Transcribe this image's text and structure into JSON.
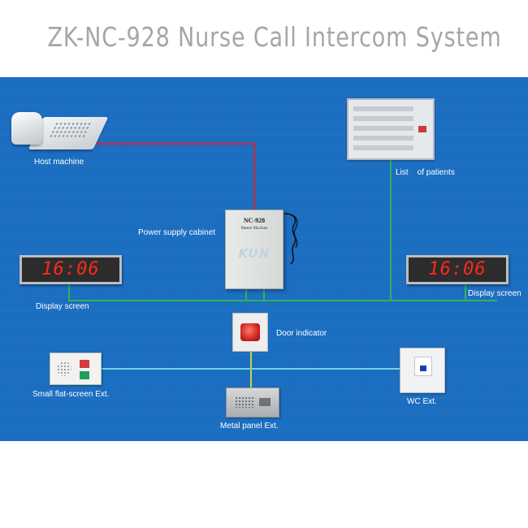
{
  "title": "ZK-NC-928  Nurse Call Intercom System",
  "cabinet": {
    "model": "NC-928",
    "subtitle": "Master Machine",
    "logo": "KUN"
  },
  "labels": {
    "host_machine": "Host machine",
    "list_of_patients": "List    of patients",
    "power_supply_cabinet": "Power supply cabinet",
    "display_screen_left": "Display screen",
    "display_screen_right": "Display screen",
    "door_indicator": "Door indicator",
    "small_flat_screen_ext": "Small flat-screen Ext.",
    "wc_ext": "WC Ext.",
    "metal_panel_ext": "Metal panel Ext."
  },
  "displays": {
    "left_time": "16:06",
    "right_time": "16:06"
  },
  "colors": {
    "background": "#1c6ec1",
    "host_line": "#d6262a",
    "display_line": "#2fb35a",
    "extension_line": "#6dd4ea",
    "door_line": "#c9d63a",
    "title": "#a6a6a6",
    "led": "#ff2a18"
  }
}
